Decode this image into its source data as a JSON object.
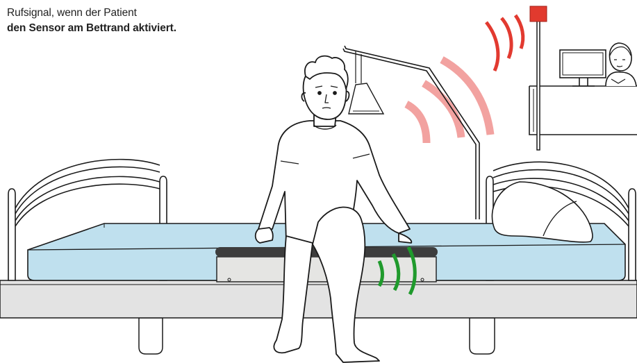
{
  "caption": {
    "line1": "Rufsignal, wenn der Patient",
    "line2": "den Sensor am Bettrand aktiviert."
  },
  "colors": {
    "mattress": "#bfe0ee",
    "bed_base": "#e3e3e3",
    "sensor_bar": "#3d3d3d",
    "sensor_box": "#e5e5e3",
    "wave_green": "#1f9a2c",
    "wave_pink": "#f2a2a0",
    "wave_red": "#e23a30",
    "alarm_box": "#e13a2e",
    "outline": "#1a1a1a"
  },
  "icons": [
    "patient-figure",
    "hospital-bed",
    "pillow",
    "bed-sensor",
    "signal-waves",
    "alarm-light",
    "nurse-station",
    "trapeze-bar"
  ]
}
